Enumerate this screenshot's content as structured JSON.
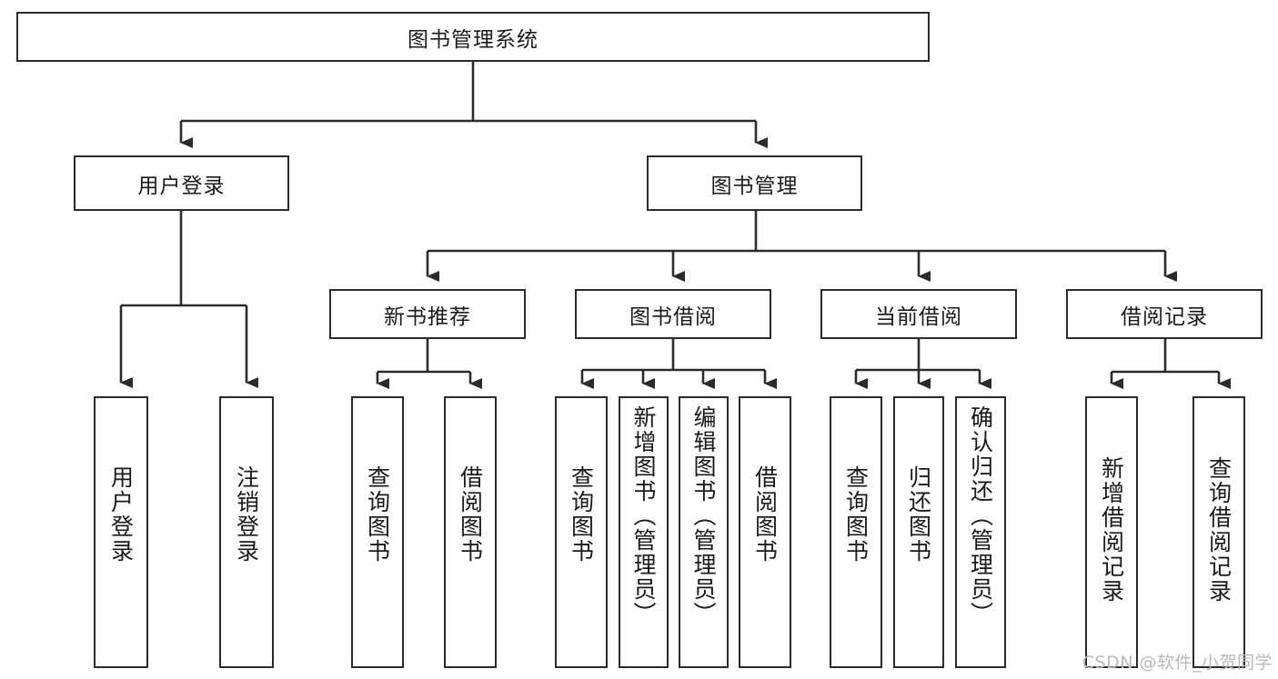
{
  "diagram": {
    "type": "tree-hierarchy",
    "title": "图书管理系统",
    "root": {
      "id": "root",
      "label": "图书管理系统"
    },
    "level2": [
      {
        "id": "user-login",
        "label": "用户登录"
      },
      {
        "id": "book-management",
        "label": "图书管理"
      }
    ],
    "level3": [
      {
        "id": "new-book-recommend",
        "label": "新书推荐",
        "parent": "book-management"
      },
      {
        "id": "book-borrow",
        "label": "图书借阅",
        "parent": "book-management"
      },
      {
        "id": "current-borrow",
        "label": "当前借阅",
        "parent": "book-management"
      },
      {
        "id": "borrow-record",
        "label": "借阅记录",
        "parent": "book-management"
      }
    ],
    "leaves": {
      "user_login": [
        {
          "id": "leaf-user-login",
          "label": "用户登录"
        },
        {
          "id": "leaf-logout",
          "label": "注销登录"
        }
      ],
      "new_book_recommend": [
        {
          "id": "leaf-query-book-1",
          "label": "查询图书"
        },
        {
          "id": "leaf-borrow-book-1",
          "label": "借阅图书"
        }
      ],
      "book_borrow": [
        {
          "id": "leaf-query-book-2",
          "label": "查询图书"
        },
        {
          "id": "leaf-add-book",
          "label": "新增图书（管理员）"
        },
        {
          "id": "leaf-edit-book",
          "label": "编辑图书（管理员）"
        },
        {
          "id": "leaf-borrow-book-2",
          "label": "借阅图书"
        }
      ],
      "current_borrow": [
        {
          "id": "leaf-query-book-3",
          "label": "查询图书"
        },
        {
          "id": "leaf-return-book",
          "label": "归还图书"
        },
        {
          "id": "leaf-confirm-return",
          "label": "确认归还（管理员）"
        }
      ],
      "borrow_record": [
        {
          "id": "leaf-add-record",
          "label": "新增借阅记录"
        },
        {
          "id": "leaf-query-record",
          "label": "查询借阅记录"
        }
      ]
    }
  },
  "watermark": {
    "text": "CSDN @软件_小贺同学"
  },
  "colors": {
    "stroke": "#2b2b2b",
    "background": "#ffffff",
    "text": "#1a1a1a",
    "watermark": "#b9b9b9"
  }
}
